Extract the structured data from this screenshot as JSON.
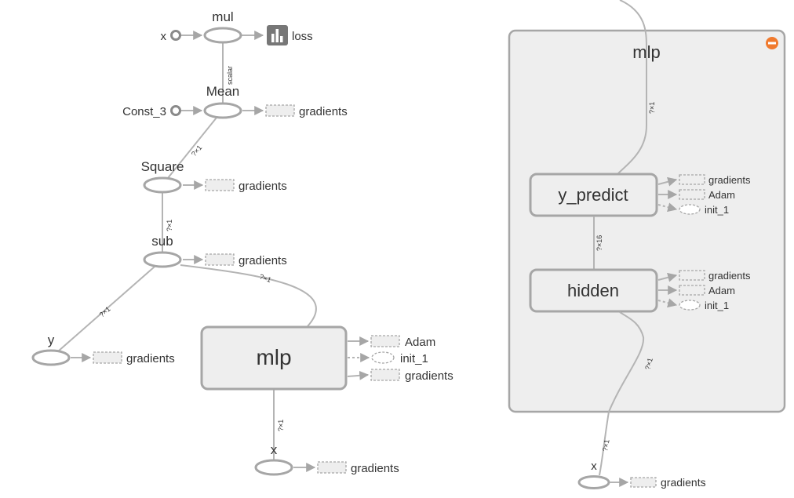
{
  "left_graph": {
    "mul": "mul",
    "x_input": "x",
    "loss": "loss",
    "scalar_edge": "scalar",
    "mean": "Mean",
    "const_3": "Const_3",
    "mean_gradients": "gradients",
    "mean_edge": "?×1",
    "square": "Square",
    "square_gradients": "gradients",
    "square_edge": "?×1",
    "sub": "sub",
    "sub_gradients": "gradients",
    "sub_mlp_edge": "?×1",
    "sub_y_edge": "?×1",
    "y": "y",
    "y_gradients": "gradients",
    "mlp": "mlp",
    "mlp_adam": "Adam",
    "mlp_init": "init_1",
    "mlp_gradients": "gradients",
    "mlp_x_edge": "?×1",
    "x_bottom": "x",
    "x_gradients": "gradients"
  },
  "right_graph": {
    "title": "mlp",
    "top_edge": "?×1",
    "y_predict": "y_predict",
    "yp_gradients": "gradients",
    "yp_adam": "Adam",
    "yp_init": "init_1",
    "mid_edge": "?×16",
    "hidden": "hidden",
    "hidden_gradients": "gradients",
    "hidden_adam": "Adam",
    "hidden_init": "init_1",
    "bottom_edge": "?×1",
    "x_edge": "?×1",
    "x": "x",
    "x_gradients": "gradients"
  },
  "colors": {
    "node_stroke": "#a6a6a6",
    "edge": "#b4b4b4",
    "meta_fill": "#eeeeee",
    "collapse_button": "#f07a2e"
  },
  "icons": {
    "loss": "summary-chart-icon",
    "collapse": "collapse-minus-icon"
  }
}
